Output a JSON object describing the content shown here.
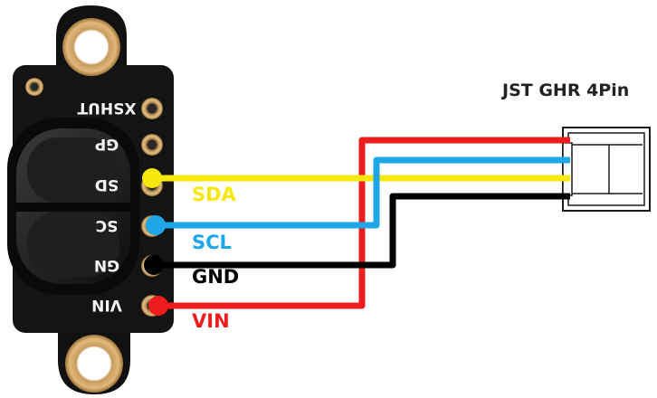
{
  "connector": {
    "title": "JST GHR 4Pin"
  },
  "board": {
    "pins": [
      {
        "silk": "XSHUT"
      },
      {
        "silk": "GP"
      },
      {
        "silk": "SD"
      },
      {
        "silk": "SC"
      },
      {
        "silk": "GN"
      },
      {
        "silk": "VIN"
      }
    ]
  },
  "wires": [
    {
      "label": "SDA",
      "color": "#f5e80a"
    },
    {
      "label": "SCL",
      "color": "#1ea7e8"
    },
    {
      "label": "GND",
      "color": "#000000"
    },
    {
      "label": "VIN",
      "color": "#ee1c1c"
    }
  ]
}
